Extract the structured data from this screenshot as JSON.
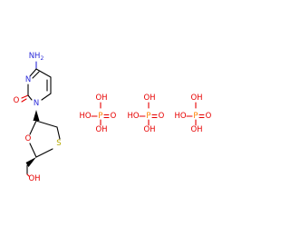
{
  "molecule": {
    "atoms": {
      "amine_nh2": {
        "text": "NH",
        "sub": "2",
        "color": "#2b2bd9"
      },
      "ring_n3": {
        "text": "N",
        "color": "#2b2bd9"
      },
      "ring_n1": {
        "text": "N",
        "color": "#2b2bd9"
      },
      "carbonyl_o": {
        "text": "O",
        "color": "#e60000"
      },
      "ring_o": {
        "text": "O",
        "color": "#e60000"
      },
      "ring_s": {
        "text": "S",
        "color": "#b5a800"
      },
      "hydroxyl": {
        "text": "OH",
        "color": "#e60000"
      }
    },
    "phosphates": [
      {
        "oh_top": "OH",
        "ho_left": "HO",
        "p": "P",
        "o_right": "O",
        "oh_bottom": "OH"
      },
      {
        "oh_top": "OH",
        "ho_left": "HO",
        "p": "P",
        "o_right": "O",
        "oh_bottom": "OH"
      },
      {
        "oh_top": "OH",
        "ho_left": "HO",
        "p": "P",
        "o_right": "O",
        "oh_bottom": "OH"
      }
    ],
    "colors": {
      "carbon_bond": "#000000",
      "nitrogen": "#2b2bd9",
      "oxygen": "#e60000",
      "sulfur": "#b5a800",
      "phosphorus": "#ff8000"
    }
  }
}
